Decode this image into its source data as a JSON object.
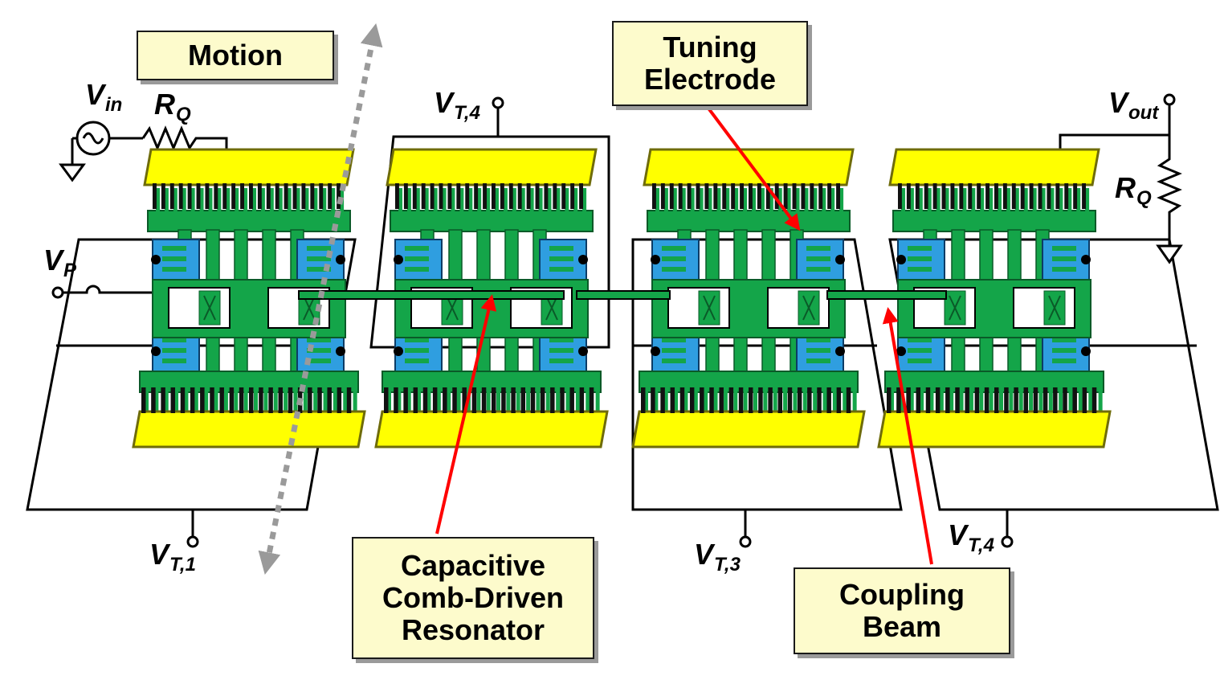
{
  "callouts": {
    "motion": "Motion",
    "tuning_line1": "Tuning",
    "tuning_line2": "Electrode",
    "resonator_line1": "Capacitive",
    "resonator_line2": "Comb-Driven",
    "resonator_line3": "Resonator",
    "coupling_line1": "Coupling",
    "coupling_line2": "Beam"
  },
  "terminals": {
    "vin": {
      "main": "V",
      "sub": "in"
    },
    "rq_left": {
      "main": "R",
      "sub": "Q"
    },
    "vp": {
      "main": "V",
      "sub": "P"
    },
    "vt1": {
      "main": "V",
      "sub": "T,1"
    },
    "vt4_top": {
      "main": "V",
      "sub": "T,4"
    },
    "vt3": {
      "main": "V",
      "sub": "T,3"
    },
    "vt4_bottom": {
      "main": "V",
      "sub": "T,4"
    },
    "vout": {
      "main": "V",
      "sub": "out"
    },
    "rq_right": {
      "main": "R",
      "sub": "Q"
    }
  },
  "icons": {
    "source": "ac-voltage-source-icon",
    "resistor": "resistor-icon",
    "ground": "ground-icon",
    "terminal": "terminal-node-icon",
    "anchor": "anchor-icon",
    "arrow": "pointer-arrow-icon"
  },
  "colors": {
    "electrode": "#ffff00",
    "electrode_dark": "#6f6c0a",
    "shuttle": "#14a549",
    "spring_block": "#2f9ee0",
    "arrow": "#ff0000",
    "motion_arrow": "#9a9a9a",
    "callout_fill": "#fdfbcc"
  }
}
